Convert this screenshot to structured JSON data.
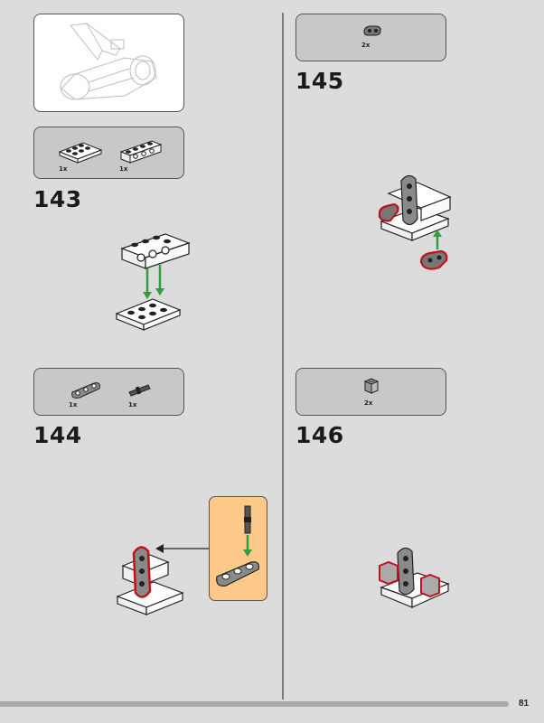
{
  "steps": {
    "s143": {
      "number": "143",
      "parts": [
        {
          "qty": "1x"
        },
        {
          "qty": "1x"
        }
      ]
    },
    "s144": {
      "number": "144",
      "parts": [
        {
          "qty": "1x"
        },
        {
          "qty": "1x"
        }
      ]
    },
    "s145": {
      "number": "145",
      "parts": [
        {
          "qty": "2x"
        }
      ]
    },
    "s146": {
      "number": "146",
      "parts": [
        {
          "qty": "2x"
        }
      ]
    }
  },
  "page": {
    "number": "81"
  },
  "colors": {
    "background": "#dcdcdc",
    "panel": "#c8c8c8",
    "callout": "#fdc98b",
    "arrow_green": "#2e9e3f",
    "highlight_red": "#c1121f"
  }
}
